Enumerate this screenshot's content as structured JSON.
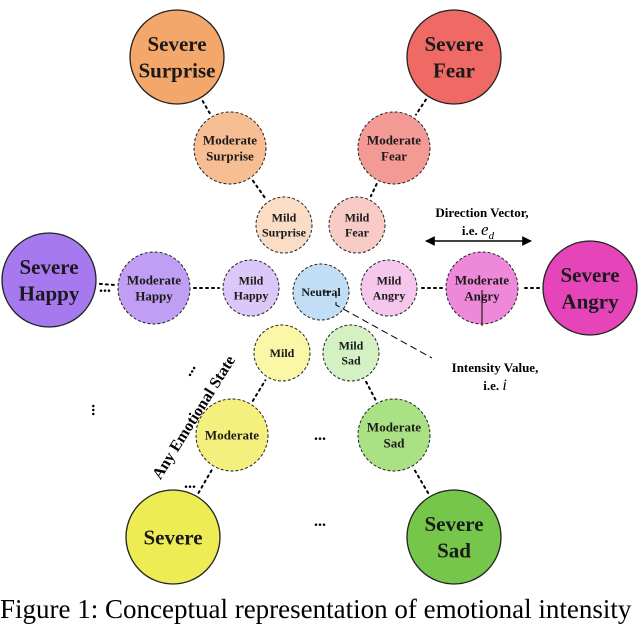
{
  "nodes": [
    {
      "id": "severe-surprise",
      "lines": [
        "Severe",
        "Surprise"
      ],
      "color": "#f4a76b",
      "border": "solid",
      "level": "severe"
    },
    {
      "id": "moderate-surprise",
      "lines": [
        "Moderate",
        "Surprise"
      ],
      "color": "#f8be93",
      "border": "dashed",
      "level": "moderate"
    },
    {
      "id": "mild-surprise",
      "lines": [
        "Mild",
        "Surprise"
      ],
      "color": "#fbdcc4",
      "border": "dashed",
      "level": "mild"
    },
    {
      "id": "severe-fear",
      "lines": [
        "Severe",
        "Fear"
      ],
      "color": "#ef6a64",
      "border": "solid",
      "level": "severe"
    },
    {
      "id": "moderate-fear",
      "lines": [
        "Moderate",
        "Fear"
      ],
      "color": "#f29a93",
      "border": "dashed",
      "level": "moderate"
    },
    {
      "id": "mild-fear",
      "lines": [
        "Mild",
        "Fear"
      ],
      "color": "#f8cbc6",
      "border": "dashed",
      "level": "mild"
    },
    {
      "id": "severe-happy",
      "lines": [
        "Severe",
        "Happy"
      ],
      "color": "#a679ef",
      "border": "solid",
      "level": "severe"
    },
    {
      "id": "moderate-happy",
      "lines": [
        "Moderate",
        "Happy"
      ],
      "color": "#c09ef3",
      "border": "dashed",
      "level": "moderate"
    },
    {
      "id": "mild-happy",
      "lines": [
        "Mild",
        "Happy"
      ],
      "color": "#dcc8f8",
      "border": "dashed",
      "level": "mild"
    },
    {
      "id": "neutral",
      "lines": [
        "Neutral"
      ],
      "color": "#c2def7",
      "border": "dashed",
      "level": "mild"
    },
    {
      "id": "mild-angry",
      "lines": [
        "Mild",
        "Angry"
      ],
      "color": "#f6c7ec",
      "border": "dashed",
      "level": "mild"
    },
    {
      "id": "moderate-angry",
      "lines": [
        "Moderate",
        "Angry"
      ],
      "color": "#ee88d9",
      "border": "dashed",
      "level": "moderate"
    },
    {
      "id": "severe-angry",
      "lines": [
        "Severe",
        "Angry"
      ],
      "color": "#e645ba",
      "border": "solid",
      "level": "severe"
    },
    {
      "id": "mild",
      "lines": [
        "Mild"
      ],
      "color": "#faf7a6",
      "border": "dashed",
      "level": "mild"
    },
    {
      "id": "moderate",
      "lines": [
        "Moderate"
      ],
      "color": "#f3f07d",
      "border": "dashed",
      "level": "moderate"
    },
    {
      "id": "severe",
      "lines": [
        "Severe"
      ],
      "color": "#eeec55",
      "border": "solid",
      "level": "severe"
    },
    {
      "id": "mild-sad",
      "lines": [
        "Mild",
        "Sad"
      ],
      "color": "#d4f1c3",
      "border": "dashed",
      "level": "mild"
    },
    {
      "id": "moderate-sad",
      "lines": [
        "Moderate",
        "Sad"
      ],
      "color": "#a9e184",
      "border": "dashed",
      "level": "moderate"
    },
    {
      "id": "severe-sad",
      "lines": [
        "Severe",
        "Sad"
      ],
      "color": "#75c64a",
      "border": "solid",
      "level": "severe"
    }
  ],
  "edges": [
    [
      "severe-surprise",
      "moderate-surprise"
    ],
    [
      "moderate-surprise",
      "mild-surprise"
    ],
    [
      "severe-fear",
      "moderate-fear"
    ],
    [
      "moderate-fear",
      "mild-fear"
    ],
    [
      "severe-happy",
      "moderate-happy"
    ],
    [
      "moderate-happy",
      "mild-happy"
    ],
    [
      "severe-angry",
      "moderate-angry"
    ],
    [
      "moderate-angry",
      "mild-angry"
    ],
    [
      "severe",
      "moderate"
    ],
    [
      "moderate",
      "mild"
    ],
    [
      "severe-sad",
      "moderate-sad"
    ],
    [
      "moderate-sad",
      "mild-sad"
    ]
  ],
  "ellipses": [
    "...",
    "...",
    "...",
    "...",
    "...",
    "..."
  ],
  "labels": {
    "any_state": "Any Emotional State",
    "direction_title": "Direction Vector,",
    "direction_ie": "i.e. ",
    "direction_symbol": "e",
    "direction_sub": "d",
    "intensity_title": "Intensity Value,",
    "intensity_ie": "i.e. ",
    "intensity_symbol": "i"
  },
  "caption": "Figure 1: Conceptual representation of emotional intensity"
}
